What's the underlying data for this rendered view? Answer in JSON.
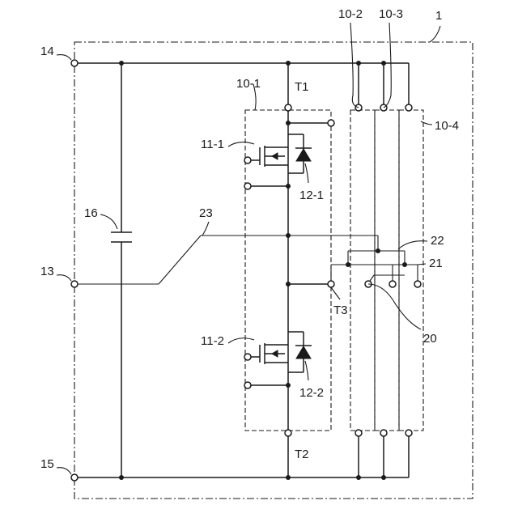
{
  "labels": {
    "module": "1",
    "terminal_14": "14",
    "terminal_13": "13",
    "terminal_15": "15",
    "capacitor": "16",
    "line_23": "23",
    "unit_10_1": "10-1",
    "unit_10_2": "10-2",
    "unit_10_3": "10-3",
    "unit_10_4": "10-4",
    "t1": "T1",
    "t2": "T2",
    "t3": "T3",
    "switch_11_1": "11-1",
    "switch_11_2": "11-2",
    "diode_12_1": "12-1",
    "diode_12_2": "12-2",
    "line_20": "20",
    "line_21": "21",
    "line_22": "22"
  }
}
